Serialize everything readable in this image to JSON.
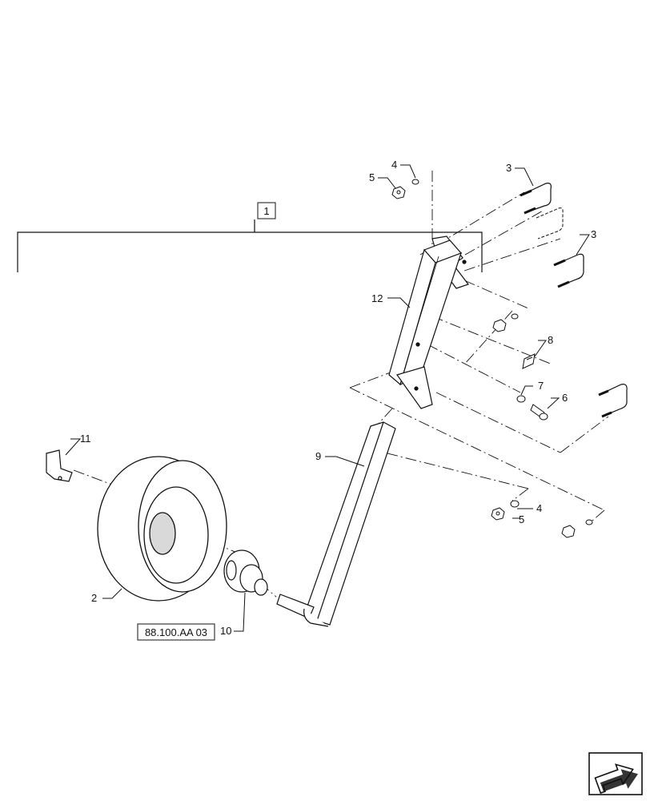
{
  "assembly_label": "1",
  "reference_label": "88.100.AA 03",
  "callouts": {
    "c2": "2",
    "c3a": "3",
    "c3b": "3",
    "c4a": "4",
    "c4b": "4",
    "c5a": "5",
    "c5b": "5",
    "c6": "6",
    "c7": "7",
    "c8": "8",
    "c9": "9",
    "c10": "10",
    "c11": "11",
    "c12": "12"
  },
  "nav_icon": "next-page-arrow-icon",
  "colors": {
    "line": "#111111",
    "paper": "#ffffff",
    "shade": "#d9d9d9"
  }
}
